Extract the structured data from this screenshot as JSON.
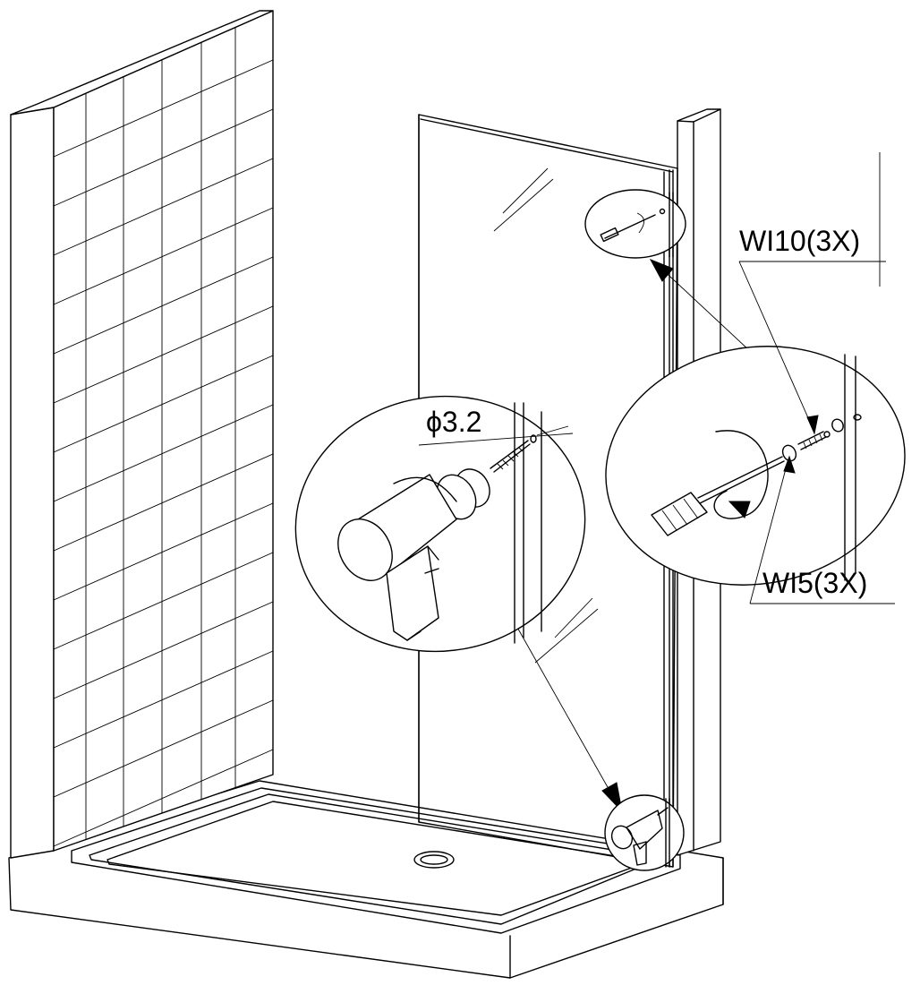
{
  "labels": {
    "screw_part": "WI10(3X)",
    "anchor_part": "WI5(3X)",
    "drill_diameter": "ϕ3.2"
  }
}
